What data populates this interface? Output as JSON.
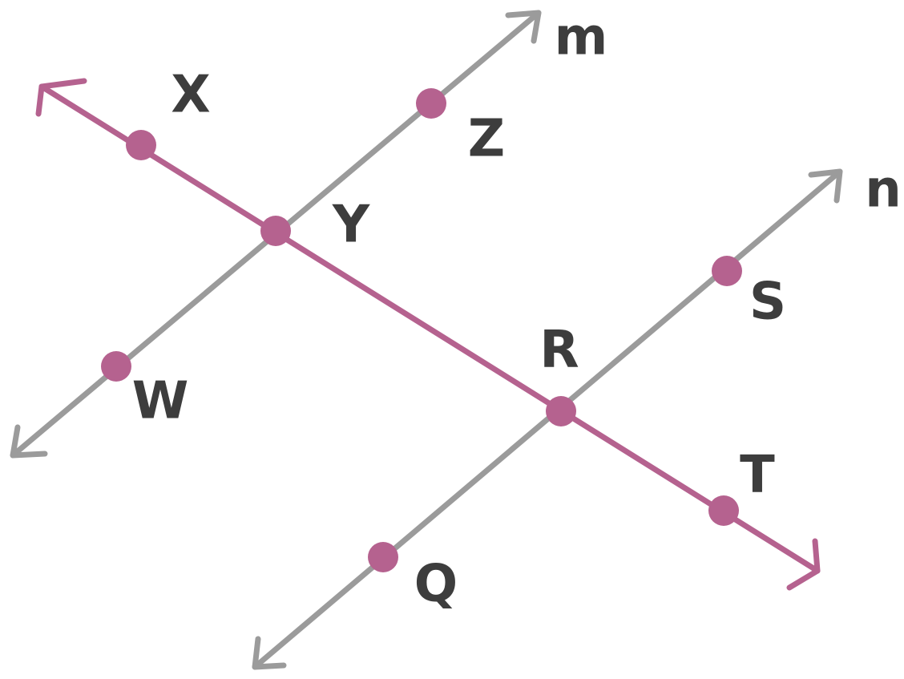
{
  "colors": {
    "line": "#9b9b9b",
    "transversal": "#b5628f",
    "point": "#b5628f",
    "label": "#3d3d3d",
    "background": "#ffffff"
  },
  "lines": {
    "m": {
      "label": "m"
    },
    "n": {
      "label": "n"
    },
    "transversal": {
      "label": ""
    }
  },
  "points": {
    "X": "X",
    "Z": "Z",
    "Y": "Y",
    "W": "W",
    "S": "S",
    "R": "R",
    "T": "T",
    "Q": "Q"
  }
}
